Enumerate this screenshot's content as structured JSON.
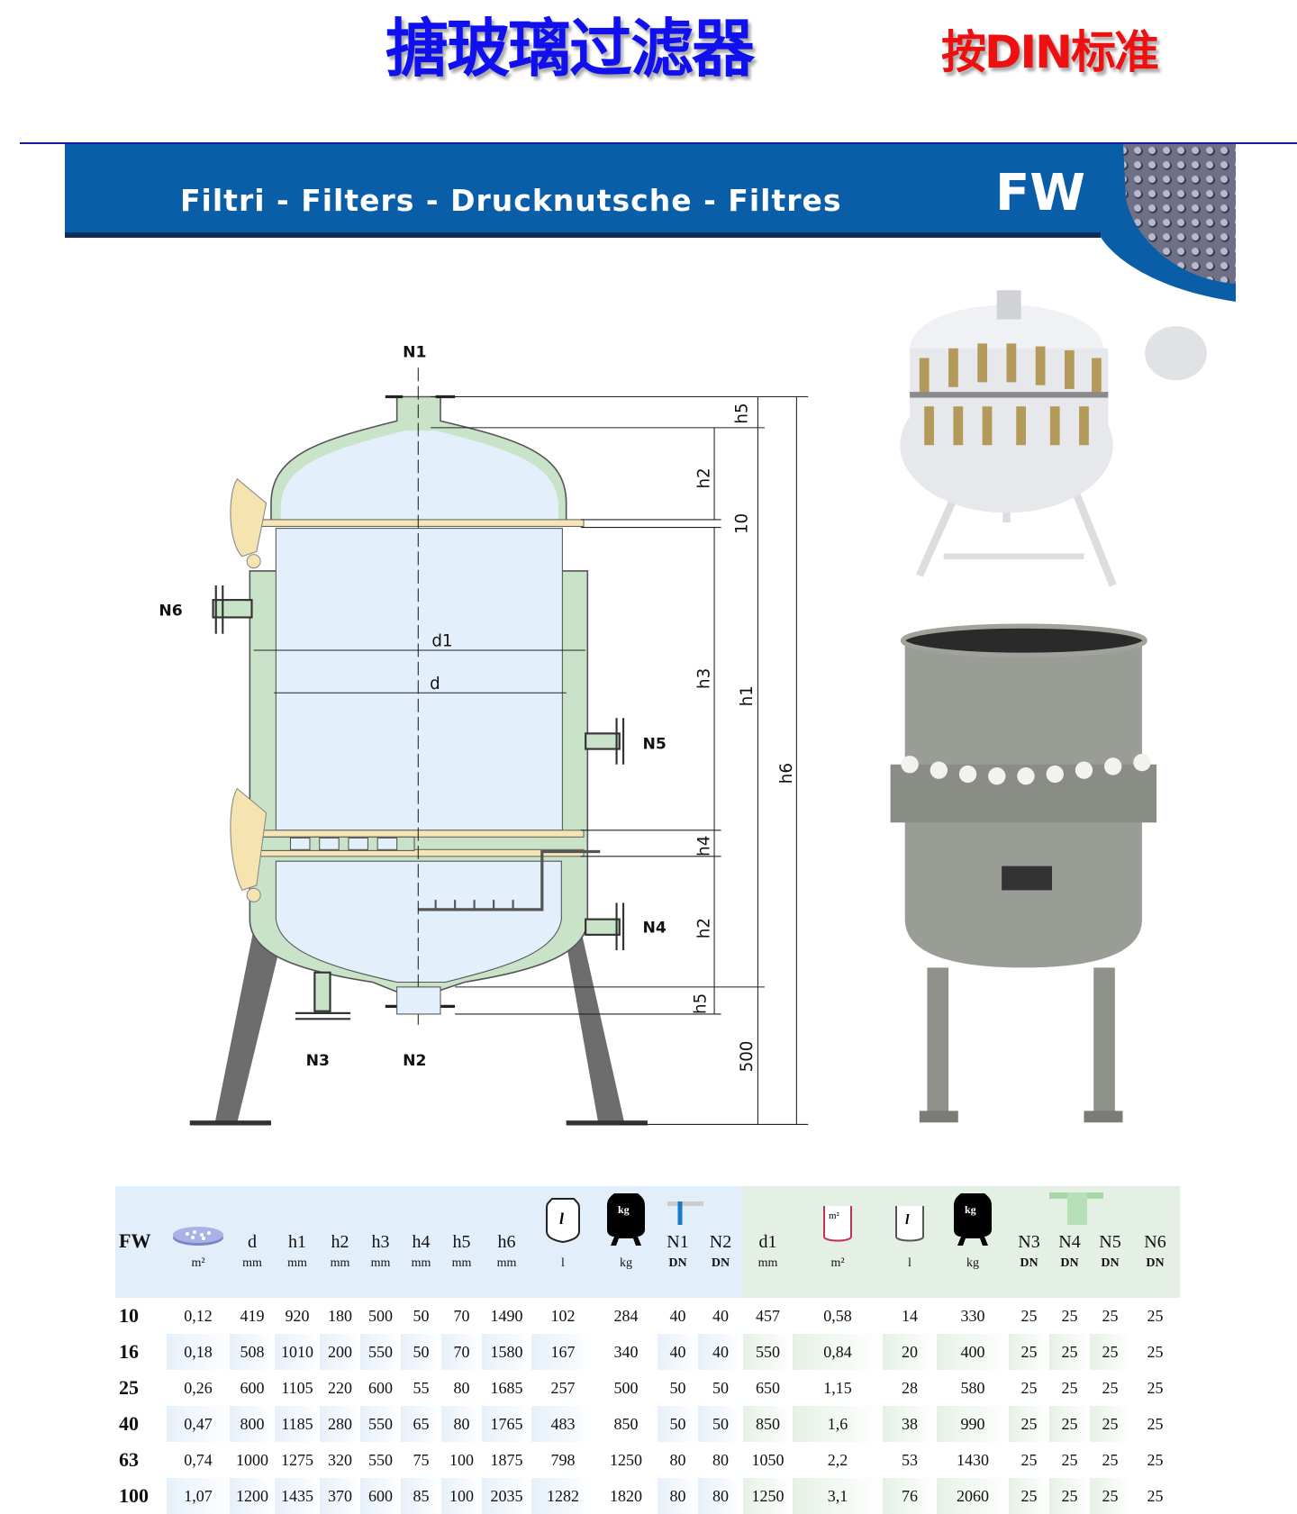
{
  "header": {
    "title": "搪玻璃过滤器",
    "subtitle": "按DIN标准"
  },
  "banner": {
    "text": "Filtri - Filters - Drucknutsche - Filtres",
    "code": "FW",
    "colors": {
      "blue": "#0a5ea8",
      "title": "#1010ee",
      "subtitle": "#ee1010"
    }
  },
  "diagram": {
    "nozzles": {
      "n1": "N1",
      "n2": "N2",
      "n3": "N3",
      "n4": "N4",
      "n5": "N5",
      "n6": "N6"
    },
    "dims": {
      "d": "d",
      "d1": "d1",
      "h1": "h1",
      "h2": "h2",
      "h3": "h3",
      "h4": "h4",
      "h5": "h5",
      "h6": "h6",
      "ten": "10",
      "leg": "500"
    }
  },
  "table": {
    "headers": [
      "FW",
      "",
      "d",
      "h1",
      "h2",
      "h3",
      "h4",
      "h5",
      "h6",
      "",
      "",
      "N1",
      "N2",
      "d1",
      "",
      "",
      "",
      "N3",
      "N4",
      "N5",
      "N6"
    ],
    "units": [
      "",
      "m²",
      "mm",
      "mm",
      "mm",
      "mm",
      "mm",
      "mm",
      "mm",
      "l",
      "kg",
      "DN",
      "DN",
      "mm",
      "m²",
      "l",
      "kg",
      "DN",
      "DN",
      "DN",
      "DN"
    ],
    "icon_labels": {
      "volume": "l",
      "weight": "kg",
      "jacket_area": "m²",
      "jacket_volume": "l",
      "jacket_weight": "kg"
    },
    "rows": [
      [
        "10",
        "0,12",
        "419",
        "920",
        "180",
        "500",
        "50",
        "70",
        "1490",
        "102",
        "284",
        "40",
        "40",
        "457",
        "0,58",
        "14",
        "330",
        "25",
        "25",
        "25",
        "25"
      ],
      [
        "16",
        "0,18",
        "508",
        "1010",
        "200",
        "550",
        "50",
        "70",
        "1580",
        "167",
        "340",
        "40",
        "40",
        "550",
        "0,84",
        "20",
        "400",
        "25",
        "25",
        "25",
        "25"
      ],
      [
        "25",
        "0,26",
        "600",
        "1105",
        "220",
        "600",
        "55",
        "80",
        "1685",
        "257",
        "500",
        "50",
        "50",
        "650",
        "1,15",
        "28",
        "580",
        "25",
        "25",
        "25",
        "25"
      ],
      [
        "40",
        "0,47",
        "800",
        "1185",
        "280",
        "550",
        "65",
        "80",
        "1765",
        "483",
        "850",
        "50",
        "50",
        "850",
        "1,6",
        "38",
        "990",
        "25",
        "25",
        "25",
        "25"
      ],
      [
        "63",
        "0,74",
        "1000",
        "1275",
        "320",
        "550",
        "75",
        "100",
        "1875",
        "798",
        "1250",
        "80",
        "80",
        "1050",
        "2,2",
        "53",
        "1430",
        "25",
        "25",
        "25",
        "25"
      ],
      [
        "100",
        "1,07",
        "1200",
        "1435",
        "370",
        "600",
        "85",
        "100",
        "2035",
        "1282",
        "1820",
        "80",
        "80",
        "1250",
        "3,1",
        "76",
        "2060",
        "25",
        "25",
        "25",
        "25"
      ]
    ]
  }
}
